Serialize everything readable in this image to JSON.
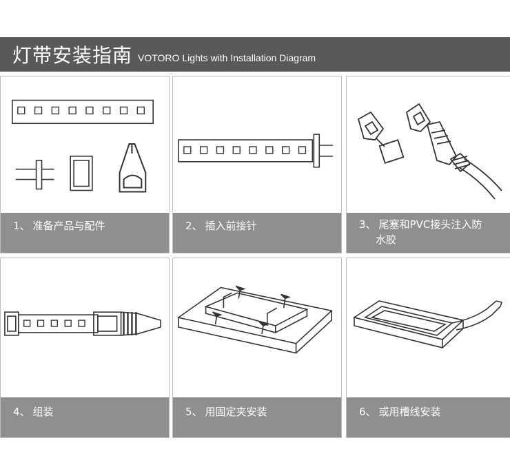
{
  "header": {
    "title_zh": "灯带安装指南",
    "title_en": "VOTORO Lights with Installation Diagram"
  },
  "colors": {
    "title_bar": "#595959",
    "caption_bar": "#8f8f8f",
    "line_art": "#333333"
  },
  "steps": [
    {
      "number": "1、",
      "label": "准备产品与配件"
    },
    {
      "number": "2、",
      "label": "插入前接针"
    },
    {
      "number": "3、",
      "label_line1": "尾塞和PVC接头注入防",
      "label_line2": "水胶"
    },
    {
      "number": "4、",
      "label": "组装"
    },
    {
      "number": "5、",
      "label": "用固定夹安装"
    },
    {
      "number": "6、",
      "label": "或用槽线安装"
    }
  ]
}
